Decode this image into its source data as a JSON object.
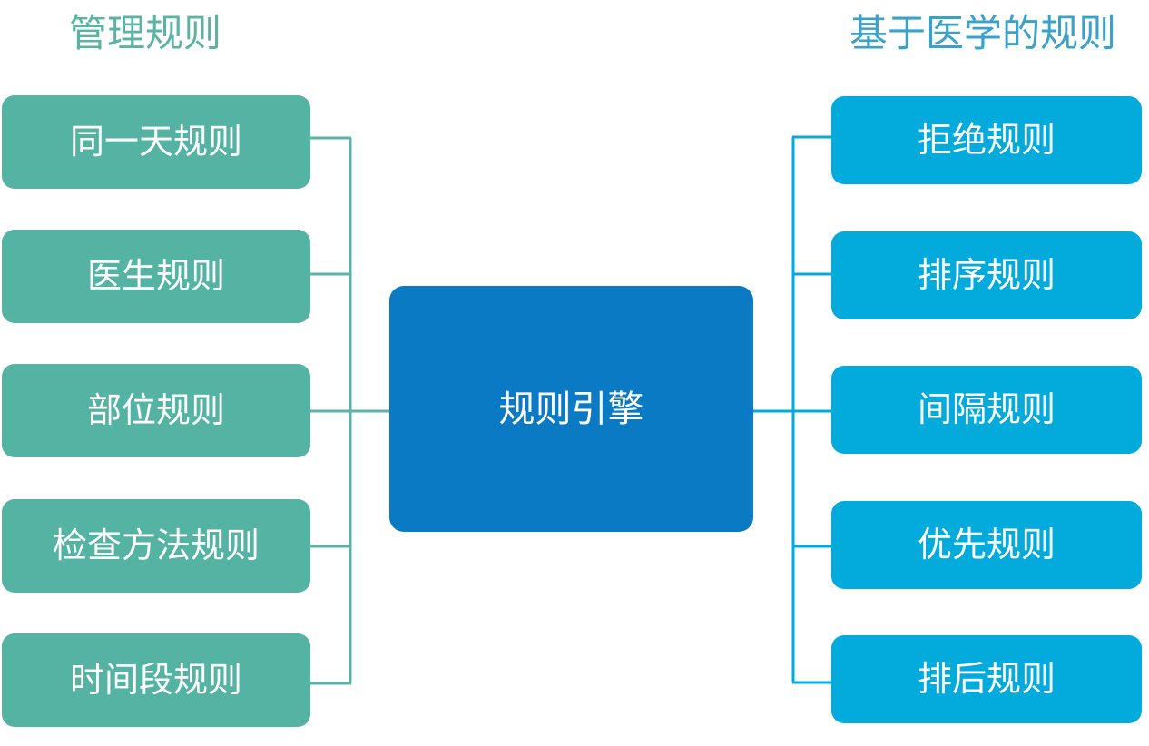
{
  "diagram": {
    "title_hidden": "",
    "center": {
      "label": "规则引擎",
      "color": "#0B7AC4",
      "text_color": "#FFFFFF"
    },
    "left_group": {
      "header": "管理规则",
      "header_color": "#5BB3A5",
      "node_color": "#55B3A4",
      "connector_color": "#5BB3A5",
      "nodes": [
        {
          "label": "同一天规则"
        },
        {
          "label": "医生规则"
        },
        {
          "label": "部位规则"
        },
        {
          "label": "检查方法规则"
        },
        {
          "label": "时间段规则"
        }
      ]
    },
    "right_group": {
      "header": "基于医学的规则",
      "header_color": "#3AA1C9",
      "node_color": "#03ABDC",
      "connector_color": "#03ABDC",
      "nodes": [
        {
          "label": "拒绝规则"
        },
        {
          "label": "排序规则"
        },
        {
          "label": "间隔规则"
        },
        {
          "label": "优先规则"
        },
        {
          "label": "排后规则"
        }
      ]
    }
  },
  "chart_data": {
    "type": "diagram",
    "layout": "mind-map / hub-and-spoke",
    "title": "规则引擎",
    "center_node": "规则引擎",
    "branches": [
      {
        "side": "left",
        "name": "管理规则",
        "color": "#55B3A4",
        "children": [
          "同一天规则",
          "医生规则",
          "部位规则",
          "检查方法规则",
          "时间段规则"
        ]
      },
      {
        "side": "right",
        "name": "基于医学的规则",
        "color": "#03ABDC",
        "children": [
          "拒绝规则",
          "排序规则",
          "间隔规则",
          "优先规则",
          "排后规则"
        ]
      }
    ]
  }
}
